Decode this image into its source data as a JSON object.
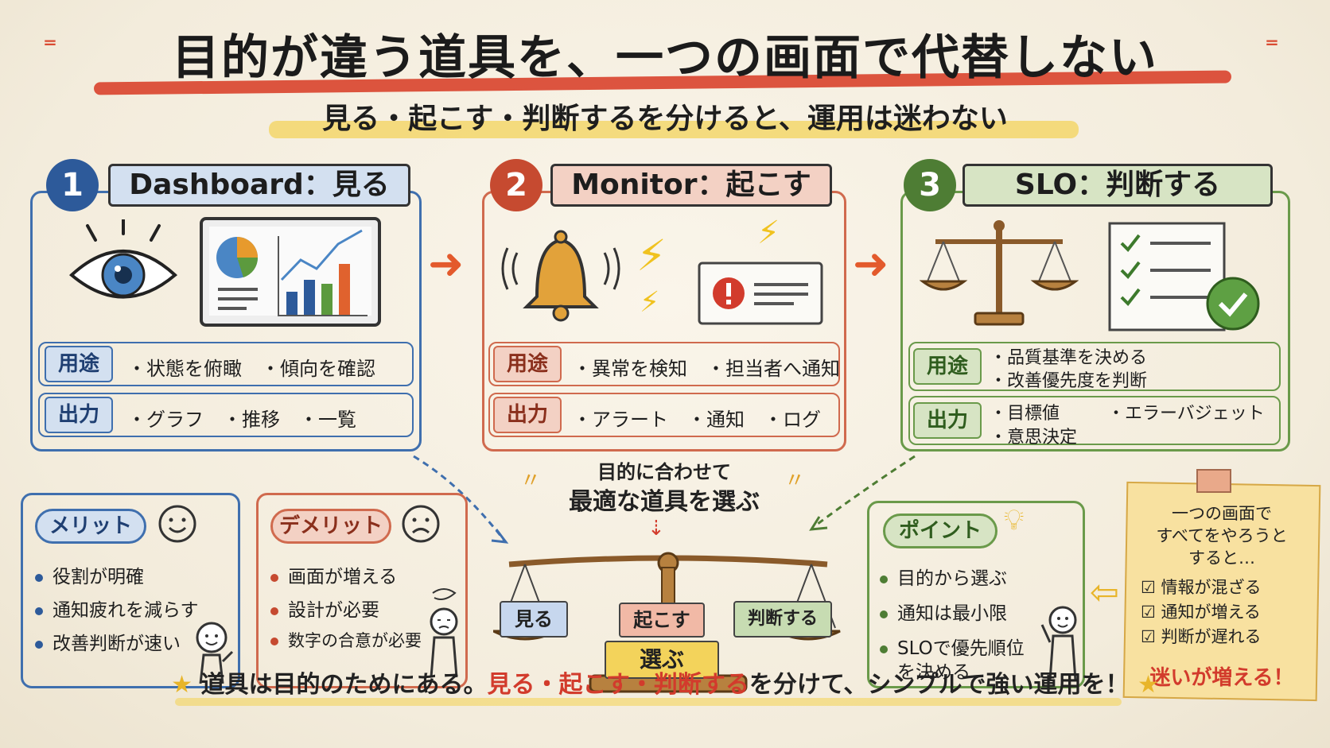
{
  "title": "目的が違う道具を、一つの画面で代替しない",
  "subtitle": "見る・起こす・判断するを分けると、運用は迷わない",
  "colors": {
    "blue": "#3f6fae",
    "red": "#d06a4e",
    "green": "#6a9a4a",
    "accent": "#d9432c",
    "highlight": "#f3d35b"
  },
  "cards": [
    {
      "num": "1",
      "header": "Dashboard：見る",
      "use_label": "用途",
      "use_text": "・状態を俯瞰　・傾向を確認",
      "out_label": "出力",
      "out_text": "・グラフ　・推移　・一覧"
    },
    {
      "num": "2",
      "header": "Monitor：起こす",
      "use_label": "用途",
      "use_text": "・異常を検知　・担当者へ通知",
      "out_label": "出力",
      "out_text": "・アラート　・通知　・ログ"
    },
    {
      "num": "3",
      "header": "SLO：判断する",
      "use_label": "用途",
      "use_line1": "・品質基準を決める",
      "use_line2": "・改善優先度を判断",
      "out_label": "出力",
      "out_a": "・目標値",
      "out_b": "・エラーバジェット",
      "out_c": "・意思決定"
    }
  ],
  "merit": {
    "label": "メリット",
    "items": [
      "役割が明確",
      "通知疲れを減らす",
      "改善判断が速い"
    ]
  },
  "demerit": {
    "label": "デメリット",
    "items": [
      "画面が増える",
      "設計が必要",
      "数字の合意が必要"
    ]
  },
  "center": {
    "caption1": "目的に合わせて",
    "caption2": "最適な道具を選ぶ",
    "left": "見る",
    "middle": "起こす",
    "right": "判断する",
    "base": "選ぶ"
  },
  "point": {
    "label": "ポイント",
    "items": [
      "目的から選ぶ",
      "通知は最小限",
      "SLOで優先順位",
      "を決める"
    ]
  },
  "note": {
    "line1": "一つの画面で",
    "line2": "すべてをやろうと",
    "line3": "すると…",
    "checks": [
      "情報が混ざる",
      "通知が増える",
      "判断が遅れる"
    ],
    "warning": "迷いが増える！"
  },
  "footer": {
    "part1": "道具は目的のためにある。",
    "part2": "見る・起こす・判断する",
    "part3": "を分けて、シンプルで強い運用を！"
  }
}
